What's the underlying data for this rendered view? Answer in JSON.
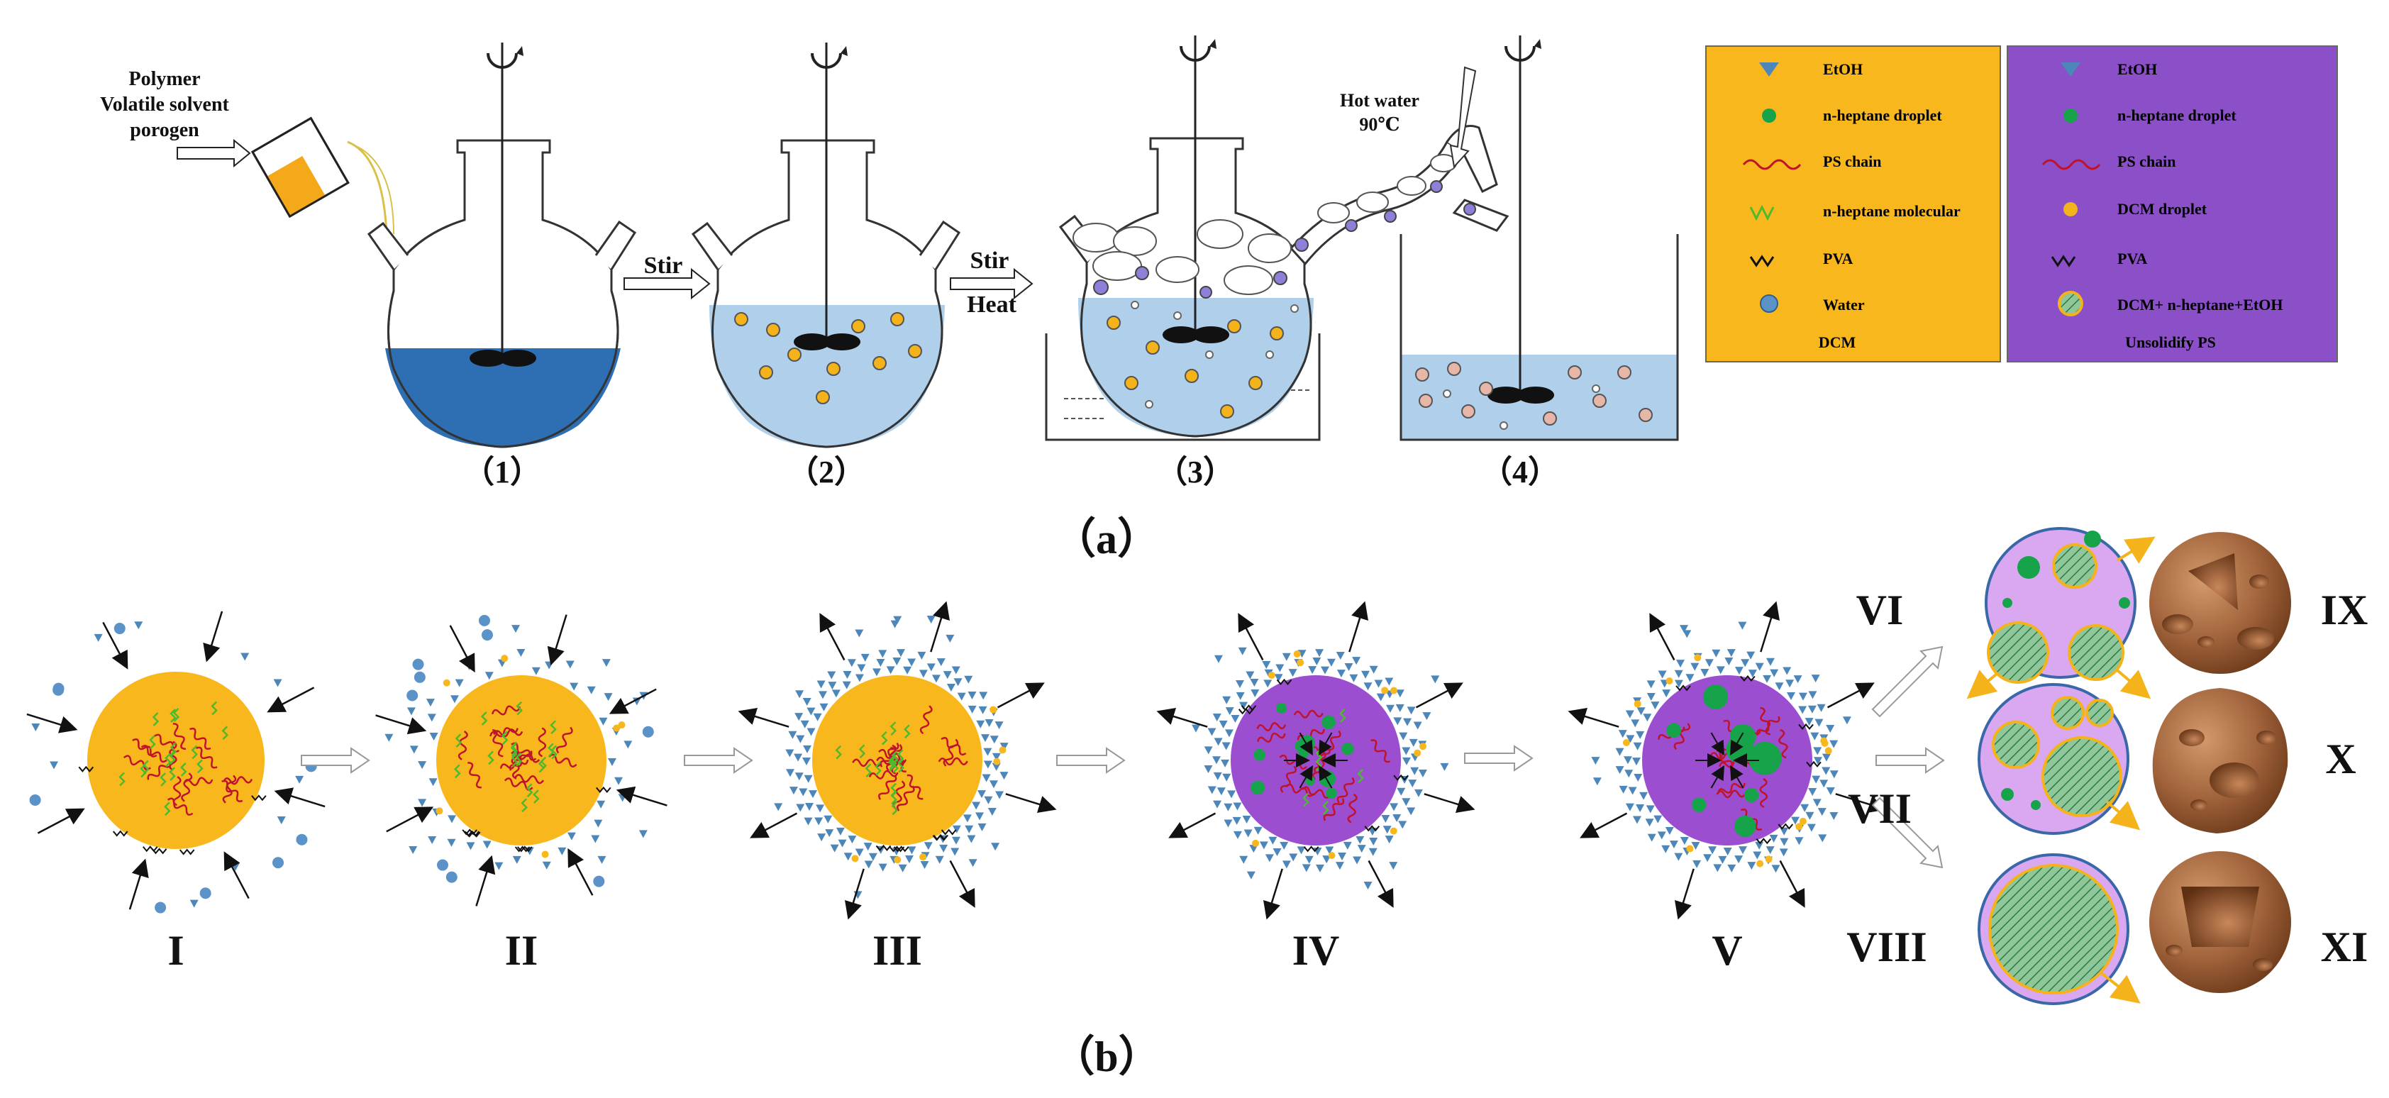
{
  "inlet": {
    "line1": "Polymer",
    "line2": "Volatile solvent",
    "line3": "porogen"
  },
  "hot_water": {
    "line1": "Hot water",
    "line2": "90℃"
  },
  "arrows_a": {
    "stir1": "Stir",
    "stir2": "Stir",
    "heat": "Heat"
  },
  "steps_a": [
    "（1）",
    "（2）",
    "（3）",
    "（4）"
  ],
  "panel_a_label": "（a）",
  "panel_b_label": "（b）",
  "legend_left": {
    "items": [
      "EtOH",
      "n-heptane droplet",
      "PS chain",
      "n-heptane molecular",
      "PVA",
      "Water"
    ],
    "caption": "DCM",
    "color": "#F9B71E"
  },
  "legend_right": {
    "items": [
      "EtOH",
      "n-heptane droplet",
      "PS chain",
      "DCM droplet",
      "PVA",
      "DCM+ n-heptane+EtOH"
    ],
    "caption": "Unsolidify PS",
    "color": "#8B4FC8"
  },
  "stages_b": [
    "I",
    "II",
    "III",
    "IV",
    "V"
  ],
  "outcomes": [
    {
      "left": "VI",
      "right": "IX"
    },
    {
      "left": "VII",
      "right": "X"
    },
    {
      "left": "VIII",
      "right": "XI"
    }
  ],
  "colors": {
    "dcm": "#F9B71E",
    "unsolidified_ps": "#9B4FD0",
    "pale_purple": "#D9A8F0",
    "water_blue": "#AFCFEA",
    "dark_blue": "#2E6FB3",
    "etoh": "#4D86B8",
    "heptane": "#17A34A",
    "ps_chain": "#C0122A",
    "heptane_mol": "#4DBA2E",
    "bead": "#A0623A"
  }
}
